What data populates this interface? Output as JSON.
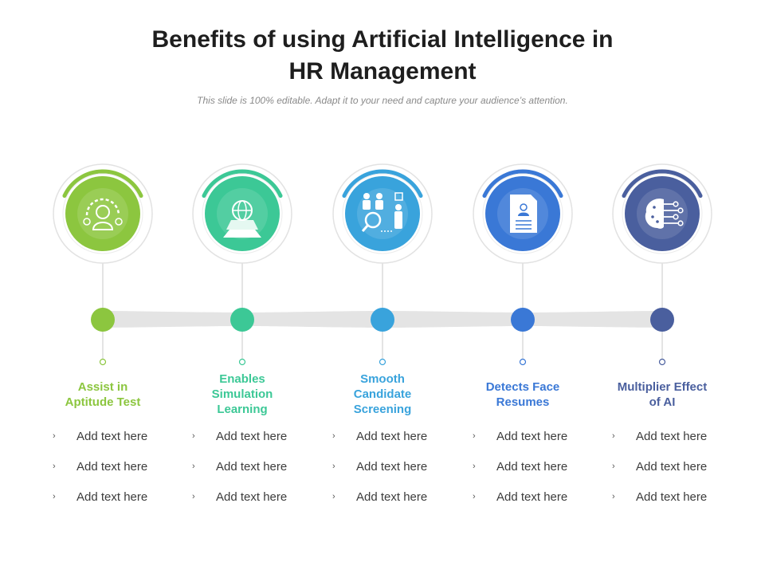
{
  "slide": {
    "title_line1": "Benefits of using Artificial Intelligence in",
    "title_line2": "HR Management",
    "subtitle": "This slide is 100% editable. Adapt it to your need and capture your audience’s attention."
  },
  "items": [
    {
      "label_lines": [
        "Assist in",
        "Aptitude Test"
      ],
      "color": "#8cc63f",
      "icon": "candidate-rating-icon",
      "bullets": [
        "Add text here",
        "Add text here",
        "Add text here"
      ]
    },
    {
      "label_lines": [
        "Enables",
        "Simulation",
        "Learning"
      ],
      "color": "#3cc896",
      "icon": "globe-simulation-icon",
      "bullets": [
        "Add text here",
        "Add text here",
        "Add text here"
      ]
    },
    {
      "label_lines": [
        "Smooth",
        "Candidate",
        "Screening"
      ],
      "color": "#39a3dc",
      "icon": "candidate-search-icon",
      "bullets": [
        "Add text here",
        "Add text here",
        "Add text here"
      ]
    },
    {
      "label_lines": [
        "Detects Face",
        "Resumes"
      ],
      "color": "#3a78d6",
      "icon": "resume-document-icon",
      "bullets": [
        "Add text here",
        "Add text here",
        "Add text here"
      ]
    },
    {
      "label_lines": [
        "Multiplier Effect",
        "of AI"
      ],
      "color": "#4a5f9e",
      "icon": "ai-brain-icon",
      "bullets": [
        "Add text here",
        "Add text here",
        "Add text here"
      ]
    }
  ]
}
